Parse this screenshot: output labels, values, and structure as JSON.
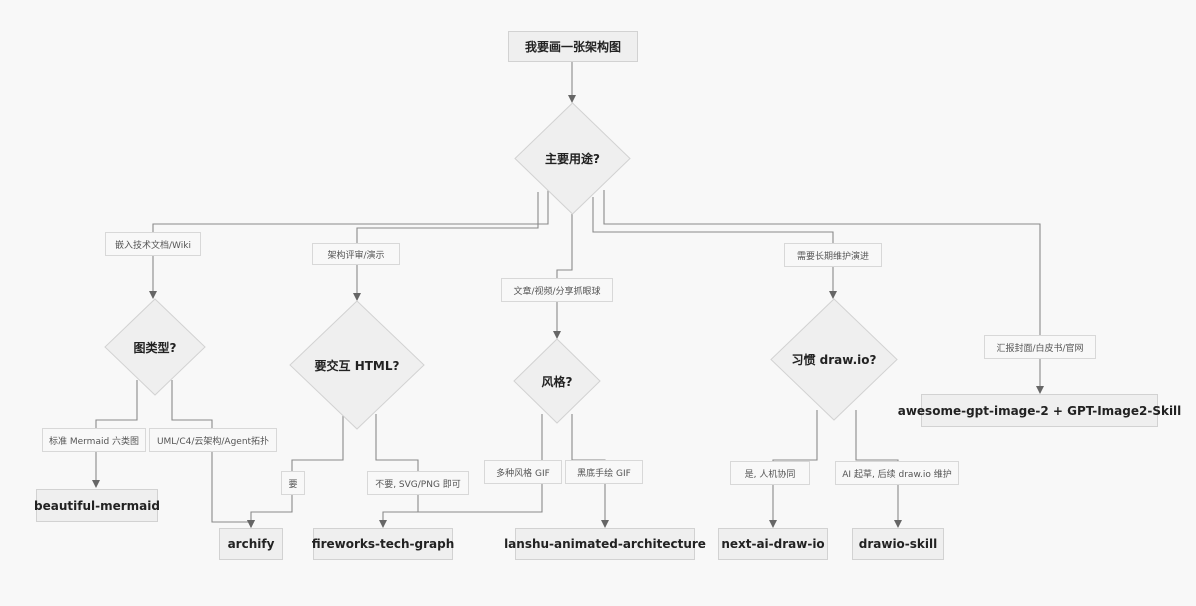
{
  "nodes": {
    "start": "我要画一张架构图",
    "purpose": "主要用途?",
    "diagram_type": "图类型?",
    "interactive": "要交互 HTML?",
    "style": "风格?",
    "drawio_habit": "习惯 draw.io?",
    "beautiful_mermaid": "beautiful-mermaid",
    "archify": "archify",
    "fireworks": "fireworks-tech-graph",
    "lanshu": "lanshu-animated-architecture",
    "next_ai": "next-ai-draw-io",
    "drawio_skill": "drawio-skill",
    "gpt_image": "awesome-gpt-image-2 + GPT-Image2-Skill"
  },
  "edge_labels": {
    "embed_docs": "嵌入技术文档/Wiki",
    "review": "架构评审/演示",
    "article": "文章/视频/分享抓眼球",
    "long_term": "需要长期维护演进",
    "cover": "汇报封面/白皮书/官网",
    "standard_mermaid": "标准 Mermaid 六类图",
    "uml_c4": "UML/C4/云架构/Agent拓扑",
    "yes_interactive": "要",
    "no_interactive": "不要, SVG/PNG 即可",
    "multi_style": "多种风格 GIF",
    "black_hand": "黑底手绘 GIF",
    "yes_collab": "是, 人机协同",
    "ai_draft": "AI 起草, 后续 draw.io 维护"
  },
  "colors": {
    "node_fill": "#efefef",
    "node_border": "#d2d2d2",
    "edge": "#8a8a8a",
    "background": "#f8f8f8"
  }
}
